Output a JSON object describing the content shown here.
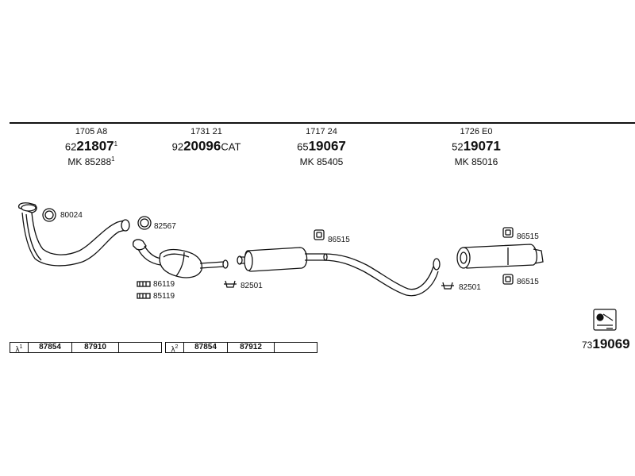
{
  "columns": [
    {
      "top": "1705 A8",
      "mid_prefix": "62",
      "mid_bold": "21807",
      "mid_suffix": "",
      "mid_sup": "1",
      "bottom": "MK  85288",
      "bottom_sup": "1"
    },
    {
      "top": "1731 21",
      "mid_prefix": "92",
      "mid_bold": "20096",
      "mid_suffix": "CAT",
      "mid_sup": "",
      "bottom": "",
      "bottom_sup": ""
    },
    {
      "top": "1717 24",
      "mid_prefix": "65",
      "mid_bold": "19067",
      "mid_suffix": "",
      "mid_sup": "",
      "bottom": "MK  85405",
      "bottom_sup": ""
    },
    {
      "top": "1726 E0",
      "mid_prefix": "52",
      "mid_bold": "19071",
      "mid_suffix": "",
      "mid_sup": "",
      "bottom": "MK  85016",
      "bottom_sup": ""
    }
  ],
  "labels": {
    "l80024": "80024",
    "l82567": "82567",
    "l86119a": "86119",
    "l86119b": "85119",
    "l82501a": "82501",
    "l86515a": "86515",
    "l82501b": "82501",
    "l86515b": "86515",
    "l86515c": "86515"
  },
  "lambda_boxes": [
    {
      "symbol": "λ",
      "sup": "1",
      "cells": [
        "87854",
        "87910",
        ""
      ]
    },
    {
      "symbol": "λ",
      "sup": "2",
      "cells": [
        "87854",
        "87912",
        ""
      ]
    }
  ],
  "catalog": {
    "prefix": "73",
    "bold": "19069"
  }
}
